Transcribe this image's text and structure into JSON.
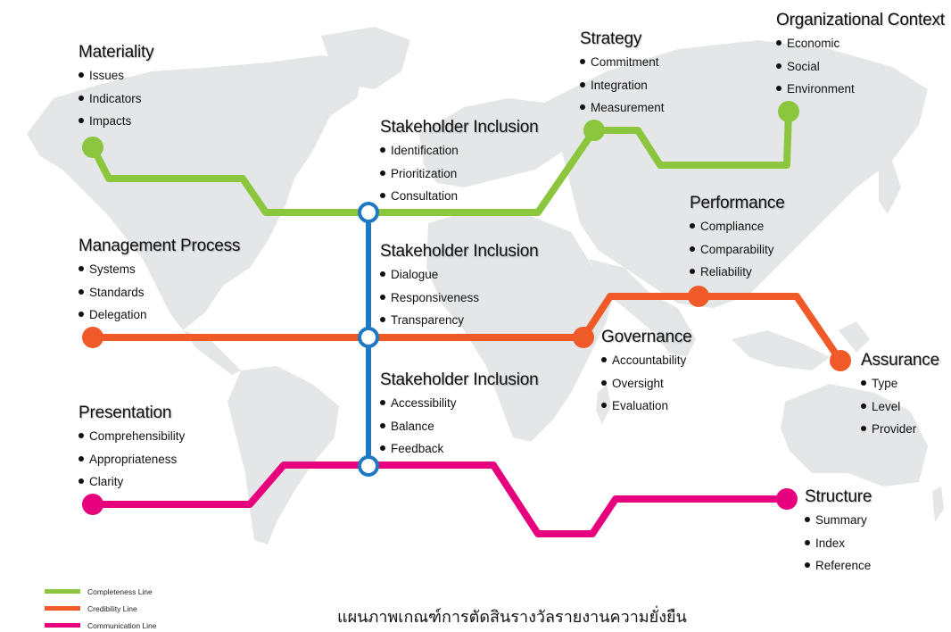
{
  "colors": {
    "completeness": "#8cc63f",
    "credibility": "#f05a28",
    "communication": "#e6007e",
    "stakeholder": "#1f78c1",
    "map": "#e5e7e9"
  },
  "stations": {
    "materiality": {
      "title": "Materiality",
      "items": [
        "Issues",
        "Indicators",
        "Impacts"
      ]
    },
    "strategy": {
      "title": "Strategy",
      "items": [
        "Commitment",
        "Integration",
        "Measurement"
      ]
    },
    "org_context": {
      "title": "Organizational Context",
      "items": [
        "Economic",
        "Social",
        "Environment"
      ]
    },
    "stakeholder_1": {
      "title": "Stakeholder Inclusion",
      "items": [
        "Identification",
        "Prioritization",
        "Consultation"
      ]
    },
    "performance": {
      "title": "Performance",
      "items": [
        "Compliance",
        "Comparability",
        "Reliability"
      ]
    },
    "management": {
      "title": "Management Process",
      "items": [
        "Systems",
        "Standards",
        "Delegation"
      ]
    },
    "stakeholder_2": {
      "title": "Stakeholder Inclusion",
      "items": [
        "Dialogue",
        "Responsiveness",
        "Transparency"
      ]
    },
    "governance": {
      "title": "Governance",
      "items": [
        "Accountability",
        "Oversight",
        "Evaluation"
      ]
    },
    "assurance": {
      "title": "Assurance",
      "items": [
        "Type",
        "Level",
        "Provider"
      ]
    },
    "stakeholder_3": {
      "title": "Stakeholder Inclusion",
      "items": [
        "Accessibility",
        "Balance",
        "Feedback"
      ]
    },
    "presentation": {
      "title": "Presentation",
      "items": [
        "Comprehensibility",
        "Appropriateness",
        "Clarity"
      ]
    },
    "structure": {
      "title": "Structure",
      "items": [
        "Summary",
        "Index",
        "Reference"
      ]
    }
  },
  "legend": [
    {
      "label": "Completeness Line",
      "color": "#8cc63f"
    },
    {
      "label": "Credibility Line",
      "color": "#f05a28"
    },
    {
      "label": "Communication Line",
      "color": "#e6007e"
    }
  ],
  "footer": {
    "title": "แผนภาพเกณฑ์การตัดสินรางวัลรายงานความยั่งยืน"
  }
}
